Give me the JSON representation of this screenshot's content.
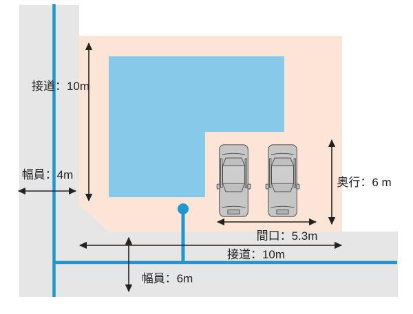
{
  "diagram": {
    "labels": {
      "left_frontage": "接道：10m",
      "left_road_width": "幅員：4m",
      "depth": "奥行：6 m",
      "parking_width": "間口：5.3m",
      "bottom_frontage": "接道：10m",
      "bottom_road_width": "幅員：6m"
    },
    "colors": {
      "background": "#ffffff",
      "road": "#e6e6e6",
      "centerline": "#1f97cf",
      "plot": "#fce4d6",
      "building": "#86c9e9",
      "car": "#c6c6c6",
      "car_outline": "#4f4f4f",
      "dimension": "#222222"
    }
  }
}
